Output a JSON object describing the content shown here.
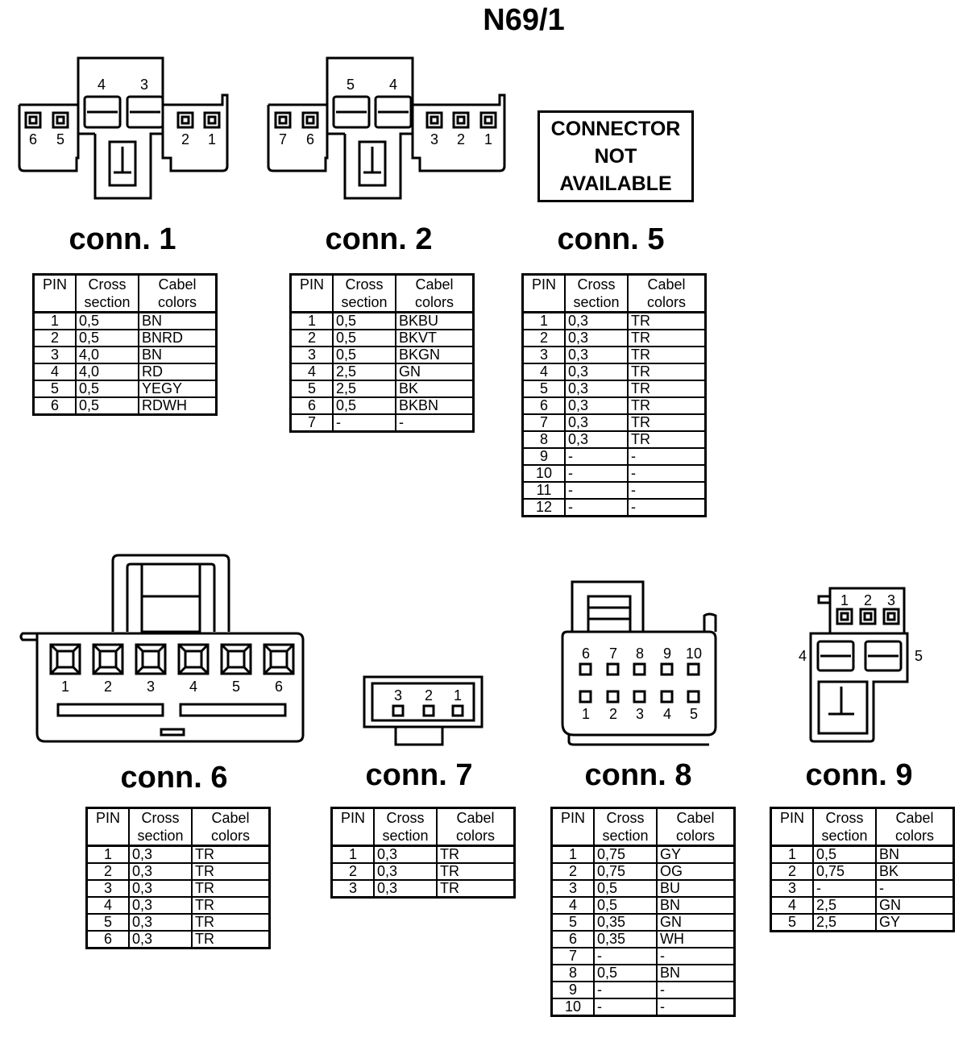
{
  "title": "N69/1",
  "headers": {
    "pin": "PIN",
    "cross_1": "Cross",
    "cross_2": "section",
    "color_1": "Cabel",
    "color_2": "colors"
  },
  "not_available": {
    "line1": "CONNECTOR",
    "line2": "NOT",
    "line3": "AVAILABLE"
  },
  "connectors": {
    "c1": {
      "label": "conn. 1",
      "pin_numbers": [
        "4",
        "3",
        "6",
        "5",
        "2",
        "1"
      ],
      "rows": [
        {
          "pin": "1",
          "cross": "0,5",
          "color": "BN"
        },
        {
          "pin": "2",
          "cross": "0,5",
          "color": "BNRD"
        },
        {
          "pin": "3",
          "cross": "4,0",
          "color": "BN"
        },
        {
          "pin": "4",
          "cross": "4,0",
          "color": "RD"
        },
        {
          "pin": "5",
          "cross": "0,5",
          "color": "YEGY"
        },
        {
          "pin": "6",
          "cross": "0,5",
          "color": "RDWH"
        }
      ]
    },
    "c2": {
      "label": "conn. 2",
      "pin_numbers": [
        "5",
        "4",
        "7",
        "6",
        "3",
        "2",
        "1"
      ],
      "rows": [
        {
          "pin": "1",
          "cross": "0,5",
          "color": "BKBU"
        },
        {
          "pin": "2",
          "cross": "0,5",
          "color": "BKVT"
        },
        {
          "pin": "3",
          "cross": "0,5",
          "color": "BKGN"
        },
        {
          "pin": "4",
          "cross": "2,5",
          "color": "GN"
        },
        {
          "pin": "5",
          "cross": "2,5",
          "color": "BK"
        },
        {
          "pin": "6",
          "cross": "0,5",
          "color": "BKBN"
        },
        {
          "pin": "7",
          "cross": "-",
          "color": "-"
        }
      ]
    },
    "c5": {
      "label": "conn. 5",
      "rows": [
        {
          "pin": "1",
          "cross": "0,3",
          "color": "TR"
        },
        {
          "pin": "2",
          "cross": "0,3",
          "color": "TR"
        },
        {
          "pin": "3",
          "cross": "0,3",
          "color": "TR"
        },
        {
          "pin": "4",
          "cross": "0,3",
          "color": "TR"
        },
        {
          "pin": "5",
          "cross": "0,3",
          "color": "TR"
        },
        {
          "pin": "6",
          "cross": "0,3",
          "color": "TR"
        },
        {
          "pin": "7",
          "cross": "0,3",
          "color": "TR"
        },
        {
          "pin": "8",
          "cross": "0,3",
          "color": "TR"
        },
        {
          "pin": "9",
          "cross": "-",
          "color": "-"
        },
        {
          "pin": "10",
          "cross": "-",
          "color": "-"
        },
        {
          "pin": "11",
          "cross": "-",
          "color": "-"
        },
        {
          "pin": "12",
          "cross": "-",
          "color": "-"
        }
      ]
    },
    "c6": {
      "label": "conn. 6",
      "pin_numbers": [
        "1",
        "2",
        "3",
        "4",
        "5",
        "6"
      ],
      "rows": [
        {
          "pin": "1",
          "cross": "0,3",
          "color": "TR"
        },
        {
          "pin": "2",
          "cross": "0,3",
          "color": "TR"
        },
        {
          "pin": "3",
          "cross": "0,3",
          "color": "TR"
        },
        {
          "pin": "4",
          "cross": "0,3",
          "color": "TR"
        },
        {
          "pin": "5",
          "cross": "0,3",
          "color": "TR"
        },
        {
          "pin": "6",
          "cross": "0,3",
          "color": "TR"
        }
      ]
    },
    "c7": {
      "label": "conn. 7",
      "pin_numbers": [
        "3",
        "2",
        "1"
      ],
      "rows": [
        {
          "pin": "1",
          "cross": "0,3",
          "color": "TR"
        },
        {
          "pin": "2",
          "cross": "0,3",
          "color": "TR"
        },
        {
          "pin": "3",
          "cross": "0,3",
          "color": "TR"
        }
      ]
    },
    "c8": {
      "label": "conn. 8",
      "pin_numbers_top": [
        "6",
        "7",
        "8",
        "9",
        "10"
      ],
      "pin_numbers_bottom": [
        "1",
        "2",
        "3",
        "4",
        "5"
      ],
      "rows": [
        {
          "pin": "1",
          "cross": "0,75",
          "color": "GY"
        },
        {
          "pin": "2",
          "cross": "0,75",
          "color": "OG"
        },
        {
          "pin": "3",
          "cross": "0,5",
          "color": "BU"
        },
        {
          "pin": "4",
          "cross": "0,5",
          "color": "BN"
        },
        {
          "pin": "5",
          "cross": "0,35",
          "color": "GN"
        },
        {
          "pin": "6",
          "cross": "0,35",
          "color": "WH"
        },
        {
          "pin": "7",
          "cross": "-",
          "color": "-"
        },
        {
          "pin": "8",
          "cross": "0,5",
          "color": "BN"
        },
        {
          "pin": "9",
          "cross": "-",
          "color": "-"
        },
        {
          "pin": "10",
          "cross": "-",
          "color": "-"
        }
      ]
    },
    "c9": {
      "label": "conn. 9",
      "pin_numbers": [
        "1",
        "2",
        "3",
        "4",
        "5"
      ],
      "rows": [
        {
          "pin": "1",
          "cross": "0,5",
          "color": "BN"
        },
        {
          "pin": "2",
          "cross": "0,75",
          "color": "BK"
        },
        {
          "pin": "3",
          "cross": "-",
          "color": "-"
        },
        {
          "pin": "4",
          "cross": "2,5",
          "color": "GN"
        },
        {
          "pin": "5",
          "cross": "2,5",
          "color": "GY"
        }
      ]
    }
  }
}
